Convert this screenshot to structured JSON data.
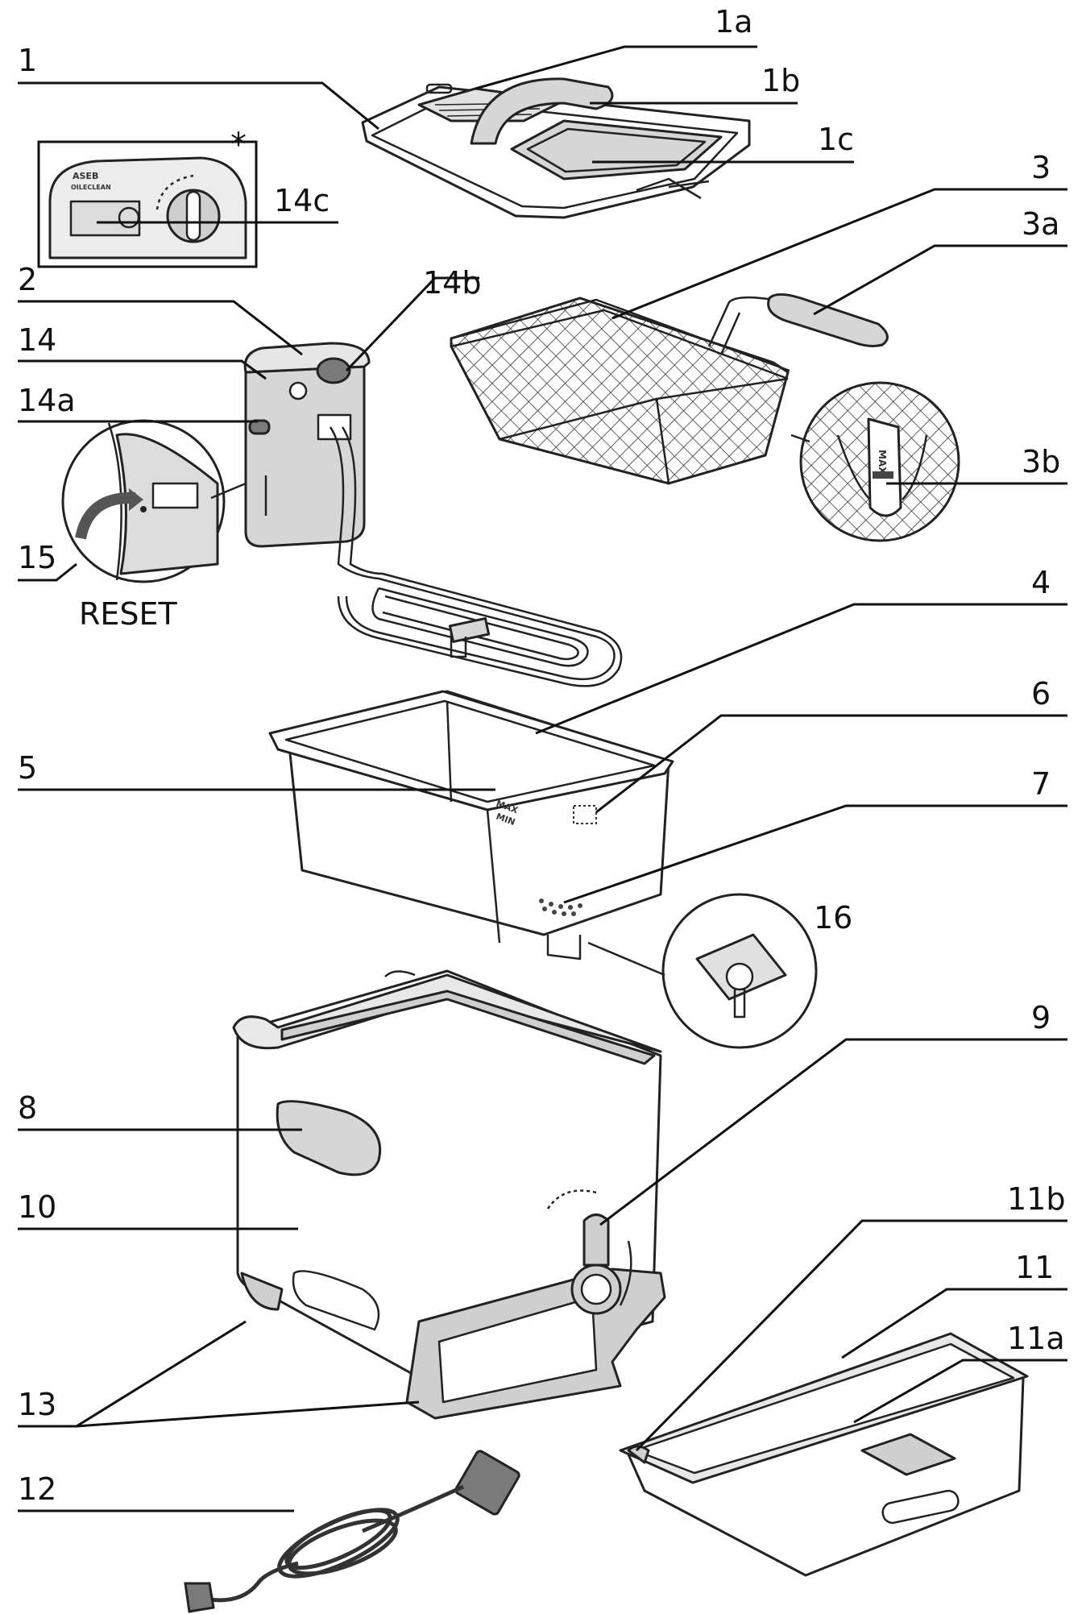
{
  "labels": {
    "l1": "1",
    "l1a": "1a",
    "l1b": "1b",
    "l1c": "1c",
    "l2": "2",
    "l3": "3",
    "l3a": "3a",
    "l3b": "3b",
    "l4": "4",
    "l5": "5",
    "l6": "6",
    "l7": "7",
    "l8": "8",
    "l9": "9",
    "l10": "10",
    "l11": "11",
    "l11a": "11a",
    "l11b": "11b",
    "l12": "12",
    "l13": "13",
    "l14": "14",
    "l14a": "14a",
    "l14b": "14b",
    "l14c": "14c",
    "l15": "15",
    "l16": "16"
  },
  "reset_text": "RESET",
  "asterisk": "*",
  "panel_brand": "ASEB",
  "panel_sub": "OILECLEAN",
  "basket_max": "MAX",
  "bowl_max": "MAX",
  "bowl_min": "MIN"
}
